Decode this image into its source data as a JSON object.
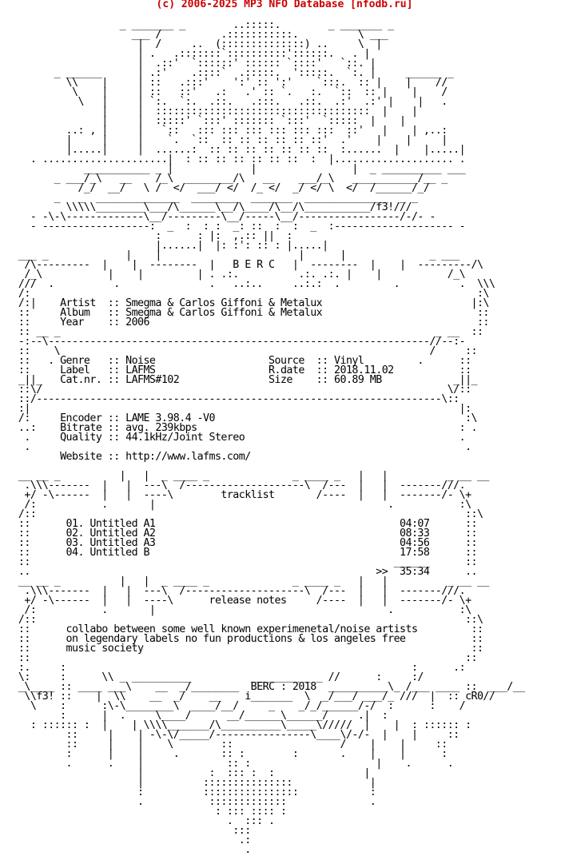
{
  "header": {
    "text": "(c) 2006-2025 MP3 NFO Database [nfodb.ru]"
  },
  "nfo": {
    "lines": [
      "",
      "                   _ _______ _        ..:::::.        _ _______ _",
      "                     ___ /          .:::::::::::.          \\ ___",
      "                      |  /     ..  (::::::::::::::) ..     \\  |",
      "                      | .   .:::::::`::::::::::'::::::.   . |",
      "                      |  .::'  `::::::' :::::: `::::'   `::. |",
      "        _ ______      | .:'    .::::`  .:::::.  ':::::.  `:. |     ______ _",
      "          \\\\    |     | ::   .:::'    ':' :: ':'    `:::.  :: |    |    //",
      "           \\    |     | ::   ::'   .:   .' :: `.   :.  `::  :: |    |    /",
      "            \\   |     | `:.  `:.  .::.   .:::.   .::.  .:'  .:' |    |   .",
      "                |     |  ::::::::::::::::::::::::::::::::::::  |    |",
      "                |     |  :::::' `:::' ::::::: `:::'  `:::::  |    |",
      "          ..: , |     |   `::   ::: ::: ::: ::: ::: :::  ::'   |    | ,..:",
      "          |     |     |    `.  `::  :: :: :: :: :: ::'  .'    |    |     |",
      "          |.....|     |  ......:  :: :: :: :: :: :: ::  :......  |    |.....|",
      "    . .....................|  : :: :: :: :: :: ::  :  |.................... .",
      "             ___________ _ |             |                |  _ __________ ___",
      "        _ ___/_\\   __    /_\\  ________/\\   __    ___/_\\   ___________/__ _",
      "            /_/  __/   \\ /  </  ___/ </  /_ </  _/ </ \\  </  /______/_/",
      "        _   _  ______________  ________  _______  ______________  _ _",
      "          \\\\\\\\\\________\\___/\\______\\__/\\____/\\__/\\___________/f3!///",
      "    - -\\-\\-------------\\__/---------\\__/-----\\__/-----------------/-/- -",
      "    - ------------------:  _  :  : :  _: ::  :  :  _  :-------------------- -",
      "                         :      : |:  ,.:: ||  :                   ",
      "                         |......|  |: :': :: : |.....|                     ",
      "  ___ _             |    |                       |      |              _ ___",
      "   /\\---------  |    |  --------  |   B E R C   |  --------  |    |  ---------/\\",
      "   /_\\           |    |         | . .:.          .:. .:. |    |           /_\\",
      "  ///  .          .               .   ..:..     ..:.:  .         .          .  \\\\\\",
      "  /:                                                                           :\\",
      "  /:|    Artist  :: Smegma & Carlos Giffoni & Metalux                         |:\\",
      "  ::     Album   :: Smegma & Carlos Giffoni & Metalux                          ::",
      "  ::     Year    :: 2006                                                       ::",
      "  :: __ _                                                               _ __  ::",
      "  -:--\\----------------------------------------------------------------//--:-",
      "  ::    \\                                                              /     ::",
      "  ::   . Genre   :: Noise                   Source  :: Vinyl         .      ::",
      "  ::     Label   :: LAFMS                   R.date  :: 2018.11.02           ::",
      "  _||_   Cat.nr. :: LAFMS#102               Size    :: 60.89 MB            _||_",
      "  ::\\/                                                                    \\/::",
      "  ::/--------------------------------------------------------------------\\::",
      "  :|                                                                        |:",
      "  /:     Encoder :: LAME 3.98.4 -V0                                          :\\",
      "  ..:    Bitrate :: avg. 239kbps                                            : .",
      "   .     Quality :: 44.1kHz/Joint Stereo                                    .",
      "   .                                                                         .",
      "         Website :: http://www.lafms.com/",
      "",
      "  __ __ _          |   |  _ ____ _              _ ____ _   |   |          _ __ __",
      "   .\\\\\\-------  |   |  ---\\  /--------------------\\  /---  |   |  -------///.",
      "   +/ -\\------  |   |  ----\\        tracklist       /----  |   |  -------/- \\+",
      "   /:           .       |                                       .           :\\",
      "  /::                                                                        ::\\",
      "  ::      01. Untitled A1                                         04:07      ::",
      "  ::      02. Untitled A2                                         08:33      ::",
      "  ::      03. Untitled A3                                         04:56      ::",
      "  ::      04. Untitled B                                          17:58      ::",
      "  ::                                                             ______      ::",
      "  ..                                                          >>  35:34      ..",
      "  __ __ _          |   |  _ ____ _              _ ____ _   |   |          _ __ __",
      "   .\\\\\\-------  |   |  ---\\  /--------------------\\  /---  |   |  -------///.",
      "   +/ -\\------  |   |  ----\\      release notes     /----  |   |  -------/- \\+",
      "   /:           .       |                                       .           :\\",
      "  /::                                                                        ::\\",
      "  ::      collabo between some well known experimenetal/noise artists         ::",
      "  ::      on legendary labels no fun productions & los angeles free           ::",
      "  ::      music society                                                       ::",
      "  ::                                                                         ::",
      "  :.     :                                                          :      .:",
      "  \\:     :      \\\\ _ __________          __________ _ //      :     :/",
      "  _\\____ :: ____ ___\\    __  _/________  BERC : 2018  __________\\_ /___ ____ ::  ___/__",
      "   \\\\f3! ::    |  \\\\    __  _/    __    i_______  \\  _/___/ ___/_ ///  |  :: cR0//",
      "    \\    :      :\\-\\________\\  ____/__/     _    _/_/______/-/  :      :    /",
      "         :      |  .     \\____/      __/______\\______/     .|  :",
      "    : :::::: :  |    | \\\\\\\\_______/\\__________\\_____\\/////  |    |  : :::::: :",
      "          ::     |    | -\\-\\/_____/----------------\\____\\/-/-  |    |     ::",
      "          ::     |    |    \\        ::                  /    |    |     ::",
      "          :      |    |     .       :: :        :       .    |    |      :",
      "          .      .    |              :: :                     |    .      .",
      "                      |           :  ::: :  :               |",
      "                      |          :::::::::::::::             |",
      "                      :          ::::::::::::::::            :",
      "                      .           :::::::::::::              .",
      "                                   : ::: :::: :",
      "                                     .  ::: .",
      "                                      :::",
      "                                       .:",
      "                                        ."
    ]
  }
}
